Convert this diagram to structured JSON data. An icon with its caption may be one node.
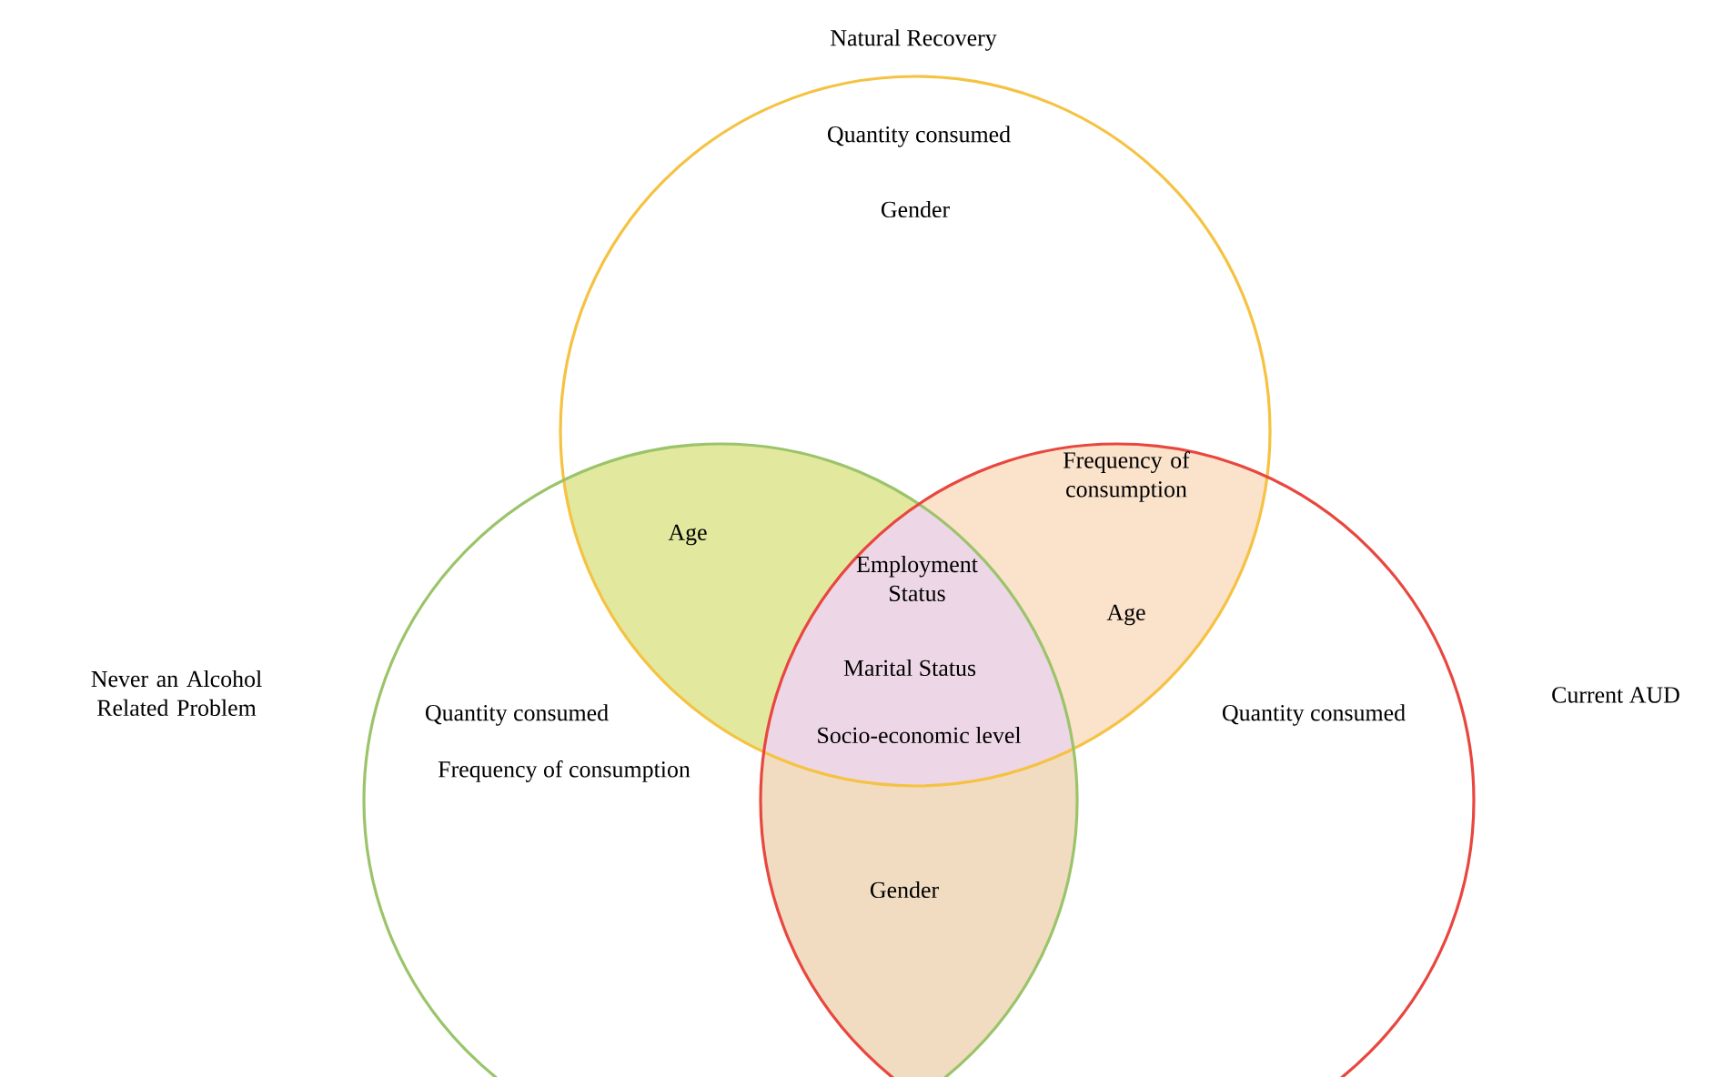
{
  "diagram": {
    "nodes": [
      {
        "text": [
          "Natural Recovery"
        ]
      },
      {
        "text": [
          "Never an Alcohol Related Problem"
        ]
      },
      {
        "text": [
          "Current AUD"
        ]
      }
    ],
    "labels": [
      "Quantity consumed",
      "Gender",
      "Frequency of consumption",
      "Age",
      "Employment Status",
      "Age",
      "Marital Status",
      "Quantity consumed",
      "Quantity consumed",
      "Socio-economic level",
      "Frequency of consumption",
      "Gender"
    ]
  }
}
